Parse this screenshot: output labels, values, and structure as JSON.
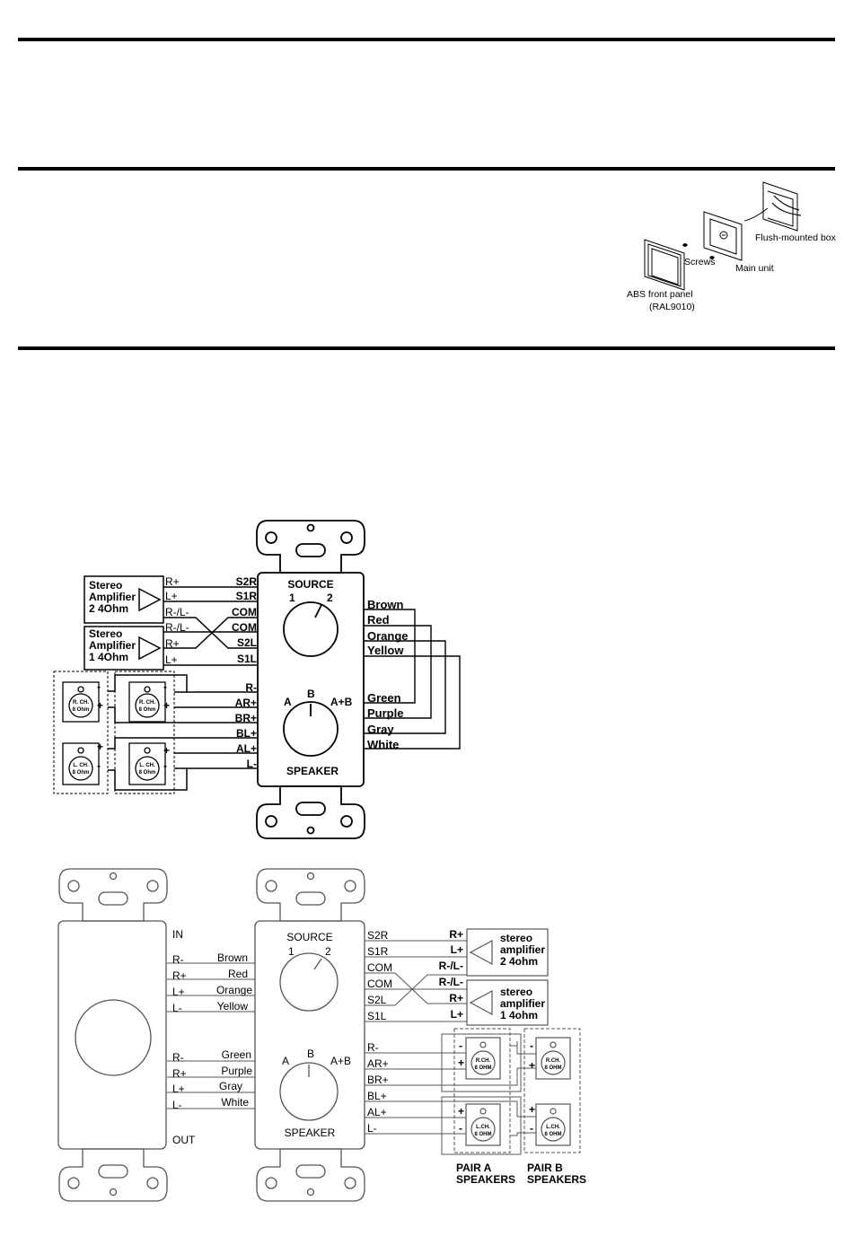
{
  "mounting": {
    "flush_box": "Flush-mounted box",
    "main_unit": "Main unit",
    "screws": "Screws",
    "front_panel": "ABS front panel",
    "front_panel_color": "(RAL9010)"
  },
  "d1": {
    "source_title": "SOURCE",
    "source_1": "1",
    "source_2": "2",
    "speaker_title": "SPEAKER",
    "spk_a": "A",
    "spk_b": "B",
    "spk_ab": "A+B",
    "amp2": [
      "Stereo",
      "Amplifier",
      "2  4Ohm"
    ],
    "amp1": [
      "Stereo",
      "Amplifier",
      "1  4Ohm"
    ],
    "amp2_terms": [
      "R+",
      "L+",
      "R-/L-"
    ],
    "amp1_terms": [
      "R-/L-",
      "R+",
      "L+"
    ],
    "unit_inputs": [
      "S2R",
      "S1R",
      "COM",
      "COM",
      "S2L",
      "S1L"
    ],
    "unit_outputs": [
      "R-",
      "AR+",
      "BR+",
      "BL+",
      "AL+",
      "L-"
    ],
    "wire_colors_top": [
      "Brown",
      "Red",
      "Orange",
      "Yellow"
    ],
    "wire_colors_bottom": [
      "Green",
      "Purple",
      "Gray",
      "White"
    ],
    "spk_r": [
      "R. CH.",
      "8 Ohm"
    ],
    "spk_l": [
      "L. CH.",
      "8 Ohm"
    ],
    "plus": "+",
    "minus": "-"
  },
  "d2": {
    "in_label": "IN",
    "out_label": "OUT",
    "in_terms": [
      "R-",
      "R+",
      "L+",
      "L-"
    ],
    "in_colors": [
      "Brown",
      "Red",
      "Orange",
      "Yellow"
    ],
    "out_terms": [
      "R-",
      "R+",
      "L+",
      "L-"
    ],
    "out_colors": [
      "Green",
      "Purple",
      "Gray",
      "White"
    ],
    "source_title": "SOURCE",
    "source_1": "1",
    "source_2": "2",
    "speaker_title": "SPEAKER",
    "spk_a": "A",
    "spk_b": "B",
    "spk_ab": "A+B",
    "unit_inputs": [
      "S2R",
      "S1R",
      "COM",
      "COM",
      "S2L",
      "S1L"
    ],
    "unit_outputs": [
      "R-",
      "AR+",
      "BR+",
      "BL+",
      "AL+",
      "L-"
    ],
    "amp2_terms": [
      "R+",
      "L+",
      "R-/L-"
    ],
    "amp1_terms": [
      "R-/L-",
      "R+",
      "L+"
    ],
    "amp2": [
      "stereo",
      "amplifier",
      "2  4ohm"
    ],
    "amp1": [
      "stereo",
      "amplifier",
      "1  4ohm"
    ],
    "spk_r": [
      "R.CH.",
      "8 OHM"
    ],
    "spk_l": [
      "L.CH.",
      "8 OHM"
    ],
    "pair_a": [
      "PAIR A",
      "SPEAKERS"
    ],
    "pair_b": [
      "PAIR B",
      "SPEAKERS"
    ],
    "plus": "+",
    "minus": "-"
  }
}
